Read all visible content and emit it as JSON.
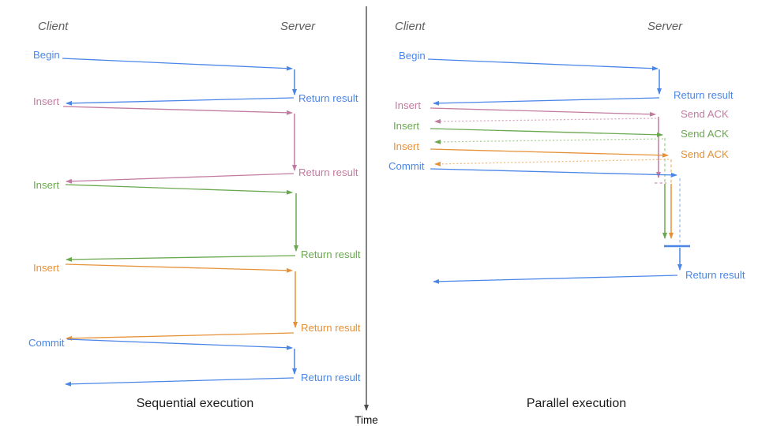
{
  "colors": {
    "blue": "#4a86e8",
    "pink": "#c27ba0",
    "green": "#6aa84f",
    "orange": "#e69138",
    "lightblue": "#9fc0ed",
    "lightgreen": "#a8cf93",
    "lightorange": "#f3bc7e",
    "lightpink": "#d9a6c2",
    "axis": "#4d4d4d",
    "heading": "#5f5f5f",
    "caption": "#1c1c1c"
  },
  "panels": {
    "sequential": {
      "caption": "Sequential execution",
      "client_header": "Client",
      "server_header": "Server",
      "messages": [
        {
          "label": "Begin",
          "color": "blue",
          "return_label": "Return result"
        },
        {
          "label": "Insert",
          "color": "pink",
          "return_label": "Return result"
        },
        {
          "label": "Insert",
          "color": "green",
          "return_label": "Return result"
        },
        {
          "label": "Insert",
          "color": "orange",
          "return_label": "Return result"
        },
        {
          "label": "Commit",
          "color": "blue",
          "return_label": "Return result"
        }
      ]
    },
    "parallel": {
      "caption": "Parallel execution",
      "client_header": "Client",
      "server_header": "Server",
      "messages": [
        {
          "label": "Begin",
          "color": "blue",
          "response_label": "Return result"
        },
        {
          "label": "Insert",
          "color": "pink",
          "response_label": "Send ACK"
        },
        {
          "label": "Insert",
          "color": "green",
          "response_label": "Send ACK"
        },
        {
          "label": "Insert",
          "color": "orange",
          "response_label": "Send ACK"
        },
        {
          "label": "Commit",
          "color": "blue",
          "response_label": "Return result"
        }
      ],
      "final_return_label": "Return result"
    }
  },
  "time_axis": {
    "label": "Time"
  }
}
